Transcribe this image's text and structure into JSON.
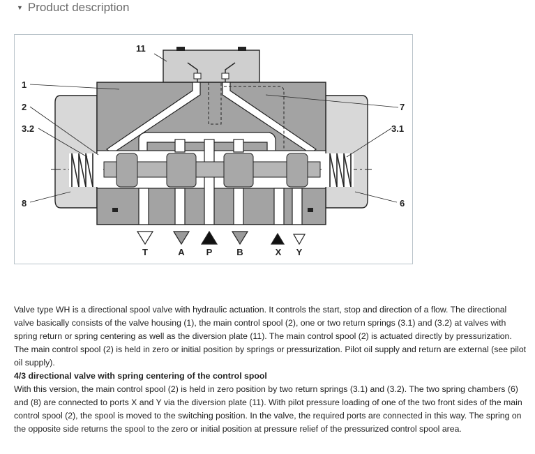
{
  "section": {
    "title": "Product description"
  },
  "diagram": {
    "callouts": {
      "housing": "1",
      "control_spool": "2",
      "spring_left": "3.2",
      "spring_right": "3.1",
      "chamber_right": "6",
      "diversion_plate_channel": "7",
      "chamber_left": "8",
      "diversion_plate": "11"
    },
    "ports": [
      {
        "label": "T",
        "symbol": "outline-down"
      },
      {
        "label": "A",
        "symbol": "gray-down"
      },
      {
        "label": "P",
        "symbol": "black-up"
      },
      {
        "label": "B",
        "symbol": "gray-down"
      },
      {
        "label": "X",
        "symbol": "black-up"
      },
      {
        "label": "Y",
        "symbol": "outline-down"
      }
    ],
    "colors": {
      "housing": "#a3a3a3",
      "end_caps": "#d8d8d8",
      "spool": "#a8a8a8",
      "channels": "#ffffff",
      "outline": "#222222"
    }
  },
  "description": {
    "intro": "Valve type WH is a directional spool valve with hydraulic actuation. It controls the start, stop and direction of a flow. The directional valve basically consists of the valve housing (1), the main control spool (2), one or two return springs (3.1) and (3.2) at valves with spring return or spring centering as well as the diversion plate (11). The main control spool (2) is actuated directly by pressurization. The main control spool (2) is held in zero or initial position by springs or pressurization. Pilot oil supply and return are external (see pilot oil supply).",
    "heading": "4/3 directional valve with spring centering of the control spool",
    "body": "With this version, the main control spool (2) is held in zero position by two return springs (3.1) and (3.2). The two spring chambers (6) and (8) are connected to ports X and Y via the diversion plate (11). With pilot pressure loading of one of the two front sides of the main control spool (2), the spool is moved to the switching position. In the valve, the required ports are connected in this way. The spring on the opposite side returns the spool to the zero or initial position at pressure relief of the pressurized control spool area."
  }
}
